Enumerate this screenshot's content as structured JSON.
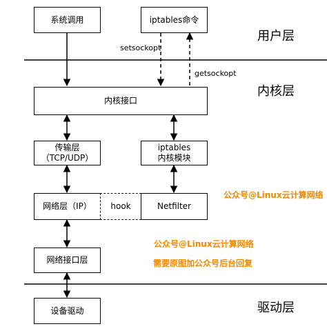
{
  "layers": {
    "user": "用户层",
    "kernel": "内核层",
    "driver": "驱动层"
  },
  "nodes": {
    "syscall": "系统调用",
    "iptables_cmd": "iptables命令",
    "kernel_interface": "内核接口",
    "transport_line1": "传输层",
    "transport_line2": "（TCP/UDP）",
    "iptables_module_line1": "iptables",
    "iptables_module_line2": "内核模块",
    "network_layer": "网络层（IP）",
    "hook": "hook",
    "netfilter": "Netfilter",
    "link_layer": "网络接口层",
    "device_driver": "设备驱动"
  },
  "edges": {
    "setsockopt": "setsockopt",
    "getsockopt": "getsockopt"
  },
  "watermarks": {
    "right": "公众号@Linux云计算网络",
    "center": "公众号@Linux云计算网络",
    "center_note": "需要原图加公众号后台回复"
  },
  "colors": {
    "watermark": "#f08a00",
    "line": "#000000"
  }
}
